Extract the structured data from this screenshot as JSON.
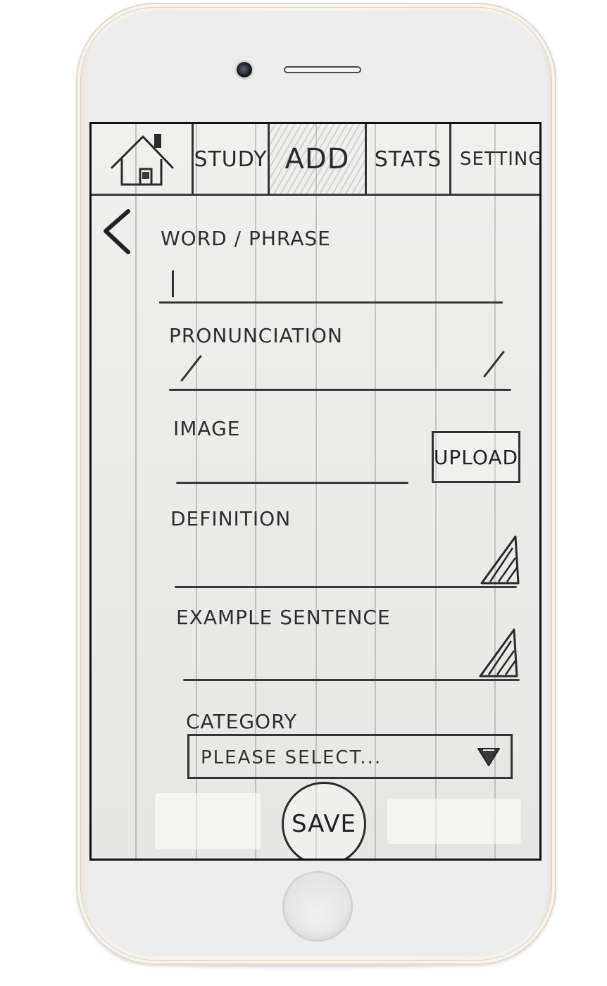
{
  "nav": {
    "home_icon": "house-icon",
    "tabs": [
      {
        "label": "STUDY"
      },
      {
        "label": "ADD",
        "active": true
      },
      {
        "label": "STATS"
      },
      {
        "label": "SETTINGS"
      }
    ]
  },
  "form": {
    "back_icon": "chevron-left-icon",
    "word_label": "WORD / PHRASE",
    "pronunciation_label": "PRONUNCIATION",
    "image_label": "IMAGE",
    "upload_label": "UPLOAD",
    "definition_label": "DEFINITION",
    "example_label": "EXAMPLE SENTENCE",
    "category_label": "CATEGORY",
    "category_placeholder": "PLEASE SELECT...",
    "category_arrow_icon": "dropdown-arrow-icon",
    "resize_icon": "resize-grip-icon"
  },
  "footer": {
    "save_label": "SAVE"
  },
  "colors": {
    "ink": "#2a2a2a",
    "paper": "#ebebea",
    "device": "#f6f2ec"
  }
}
